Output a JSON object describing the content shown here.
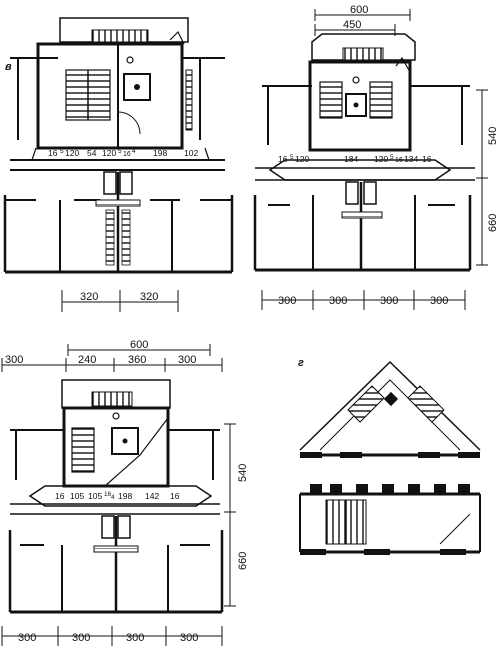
{
  "panels": {
    "a": {
      "letter": "в",
      "dim_row": [
        "16",
        "5",
        "120",
        "54",
        "120",
        "5",
        "16",
        "4",
        "198",
        "102"
      ],
      "bottom_dims": [
        "320",
        "320"
      ]
    },
    "b": {
      "top_dims": [
        "600",
        "450"
      ],
      "right_dims": [
        "540",
        "660"
      ],
      "dim_row": [
        "16",
        "5",
        "120",
        "184",
        "120",
        "5",
        "16",
        "134",
        "16"
      ],
      "bottom_dims": [
        "300",
        "300",
        "300",
        "300"
      ]
    },
    "c": {
      "top_dims": [
        "600",
        "300",
        "240",
        "360",
        "300"
      ],
      "right_dims": [
        "540",
        "660"
      ],
      "dim_row": [
        "16",
        "105",
        "105",
        "16",
        "4",
        "198",
        "142",
        "16"
      ],
      "bottom_dims": [
        "300",
        "300",
        "300",
        "300"
      ]
    },
    "d": {
      "letter": "г"
    }
  },
  "colors": {
    "ink": "#111111",
    "paper": "#ffffff"
  }
}
